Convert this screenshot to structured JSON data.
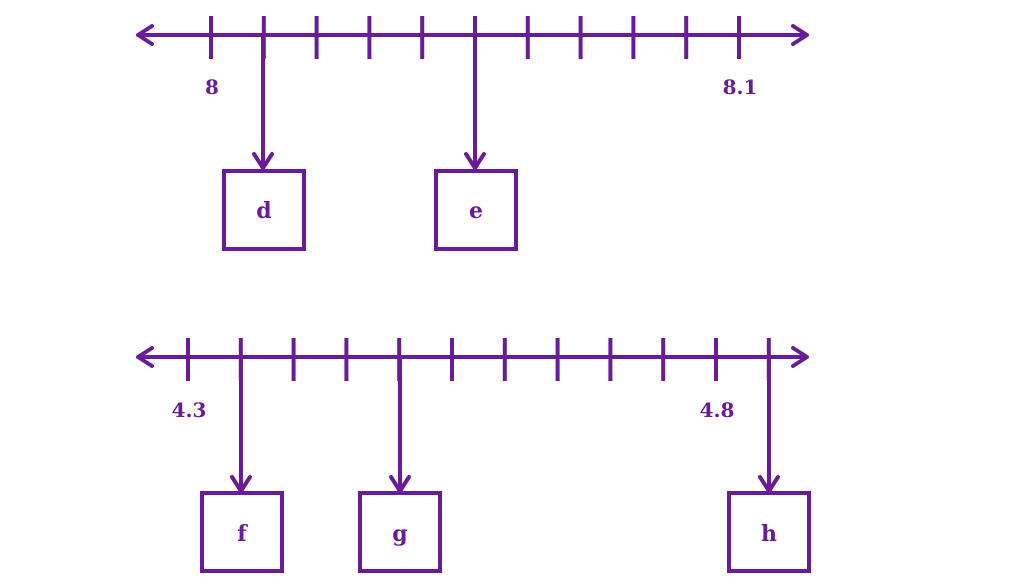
{
  "stroke_color": "#6a1b9a",
  "number_lines": [
    {
      "start_label": "8",
      "end_label": "8.1",
      "tick_count": 11,
      "arrows": [
        {
          "tick": 1,
          "box_label": "d"
        },
        {
          "tick": 5,
          "box_label": "e"
        }
      ]
    },
    {
      "start_label": "4.3",
      "end_label": "4.8",
      "tick_count": 12,
      "arrows": [
        {
          "tick": 1,
          "box_label": "f"
        },
        {
          "tick": 4,
          "box_label": "g"
        },
        {
          "tick": 11,
          "box_label": "h"
        }
      ]
    }
  ]
}
